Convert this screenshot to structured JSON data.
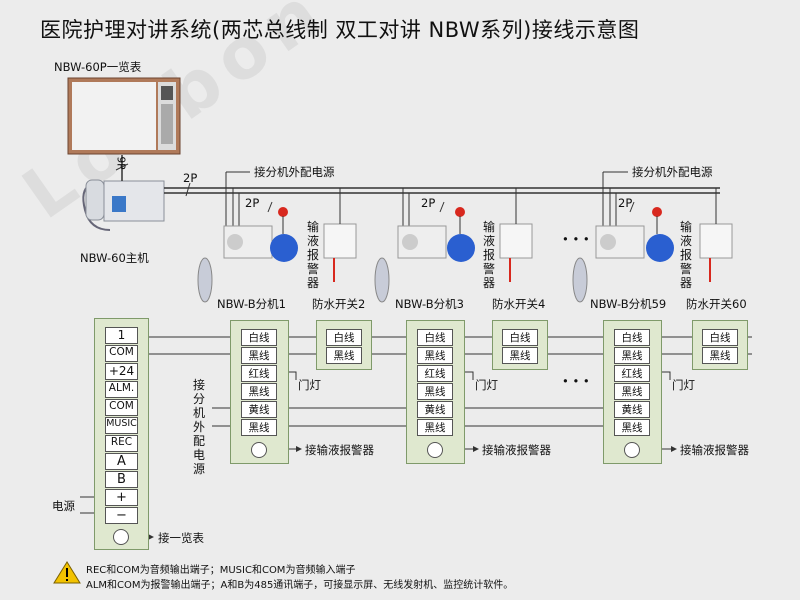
{
  "title": "医院护理对讲系统(两芯总线制 双工对讲 NBW系列)接线示意图",
  "watermark": "Lonbon",
  "display_label": "NBW-60P一览表",
  "host_label": "NBW-60主机",
  "wire_9p": "9P",
  "wire_2p_main": "2P",
  "power_label_1": "接分机外配电源",
  "power_label_2": "接分机外配电源",
  "wire_2p_u1": "2P",
  "wire_2p_u2": "2P",
  "wire_2p_u3": "2P",
  "alarm_vertical_1": "输液报警器",
  "alarm_vertical_2": "输液报警器",
  "alarm_vertical_3": "输液报警器",
  "units": [
    {
      "terminal": "NBW-B分机1",
      "switch": "防水开关2"
    },
    {
      "terminal": "NBW-B分机3",
      "switch": "防水开关4"
    },
    {
      "terminal": "NBW-B分机59",
      "switch": "防水开关60"
    }
  ],
  "dots": "• • •",
  "host_terminals": [
    "1",
    "COM",
    "+24",
    "ALM.",
    "COM",
    "MUSIC",
    "REC",
    "A",
    "B",
    "+",
    "−"
  ],
  "switch_terminals": [
    "白线",
    "黑线"
  ],
  "unit_terminals": [
    "白线",
    "黑线",
    "红线",
    "黑线",
    "黄线",
    "黑线"
  ],
  "door_light": "门灯",
  "ext_power_vertical": "接分机外配电源",
  "alarm_connect": "接输液报警器",
  "power_label": "电源",
  "display_connect": "接一览表",
  "notes": [
    "REC和COM为音频输出端子；MUSIC和COM为音频输入端子",
    "ALM和COM为报警输出端子；A和B为485通讯端子，可接显示屏、无线发射机、监控统计软件。"
  ],
  "colors": {
    "wire_red": "#d8281e",
    "wire_blue": "#2a4fb0",
    "panel_green": "#dfe8cf",
    "warning_yellow": "#f2c200"
  }
}
